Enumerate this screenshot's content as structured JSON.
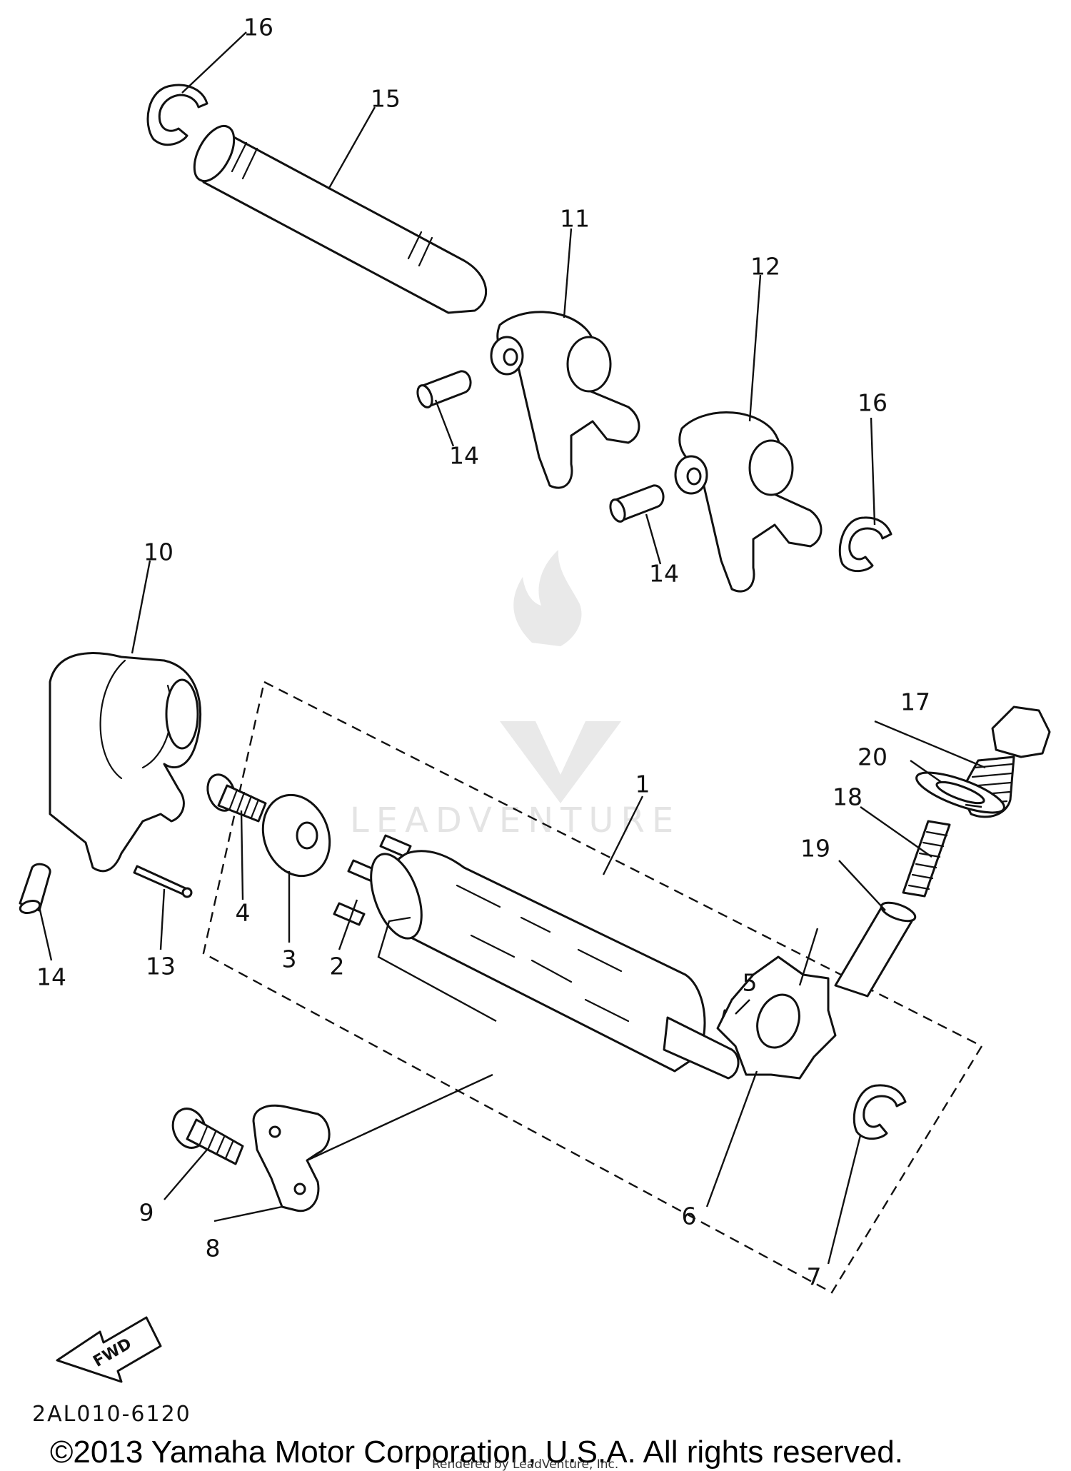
{
  "callouts": [
    {
      "id": "1",
      "label": "1"
    },
    {
      "id": "2",
      "label": "2"
    },
    {
      "id": "3",
      "label": "3"
    },
    {
      "id": "4",
      "label": "4"
    },
    {
      "id": "5",
      "label": "5"
    },
    {
      "id": "6",
      "label": "6"
    },
    {
      "id": "7",
      "label": "7"
    },
    {
      "id": "8",
      "label": "8"
    },
    {
      "id": "9",
      "label": "9"
    },
    {
      "id": "10",
      "label": "10"
    },
    {
      "id": "11",
      "label": "11"
    },
    {
      "id": "12",
      "label": "12"
    },
    {
      "id": "13",
      "label": "13"
    },
    {
      "id": "14a",
      "label": "14"
    },
    {
      "id": "14b",
      "label": "14"
    },
    {
      "id": "14c",
      "label": "14"
    },
    {
      "id": "15",
      "label": "15"
    },
    {
      "id": "16a",
      "label": "16"
    },
    {
      "id": "16b",
      "label": "16"
    },
    {
      "id": "17",
      "label": "17"
    },
    {
      "id": "18",
      "label": "18"
    },
    {
      "id": "19",
      "label": "19"
    },
    {
      "id": "20",
      "label": "20"
    }
  ],
  "fwd_label": "FWD",
  "diagram_code": "2AL010-6120",
  "copyright": "©2013 Yamaha Motor Corporation, U.S.A. All rights reserved.",
  "rendered_by": "Rendered by LeadVenture, Inc.",
  "watermark": {
    "text": "LEADVENTURE",
    "color": "#d4d4d4"
  }
}
